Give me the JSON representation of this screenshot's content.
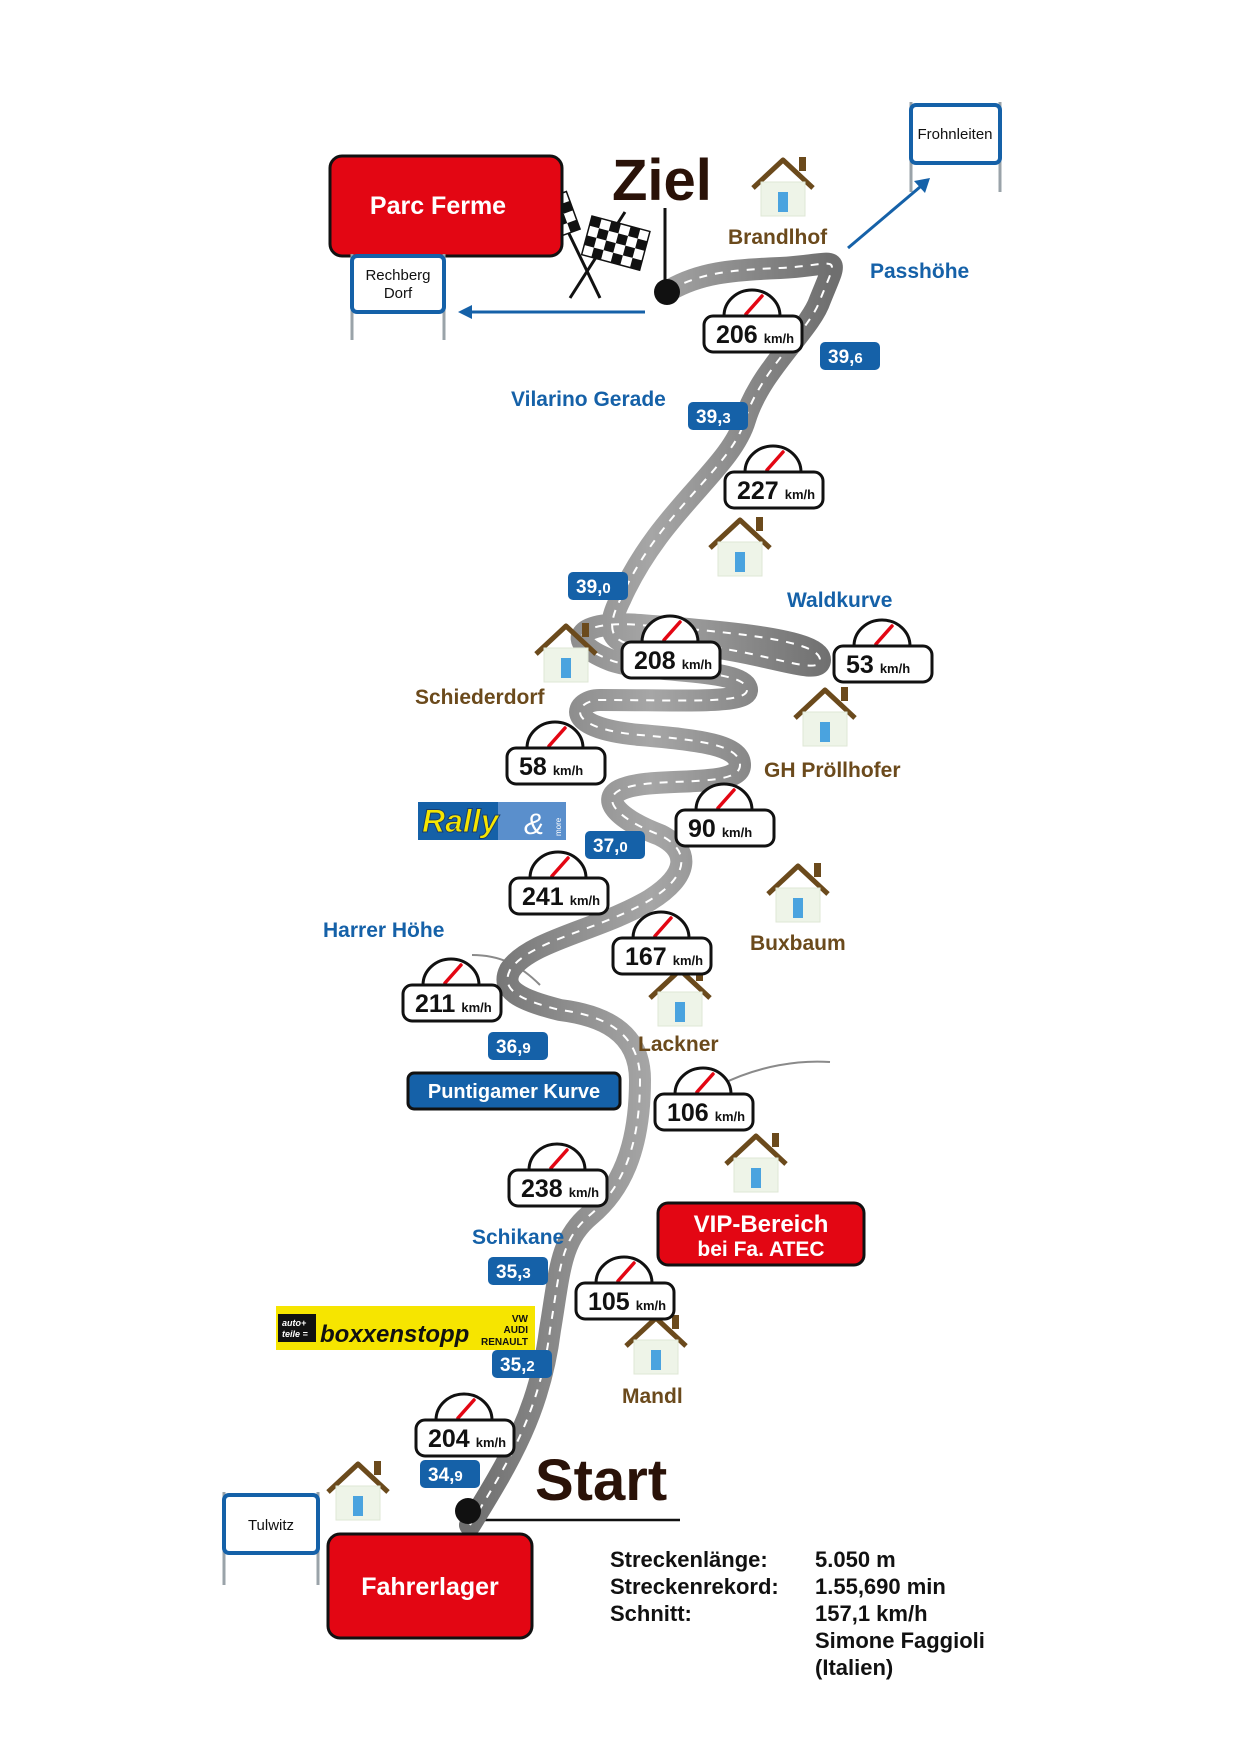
{
  "finish_label": "Ziel",
  "start_label": "Start",
  "buttons": {
    "parc_ferme": "Parc Ferme",
    "fahrerlager": "Fahrerlager",
    "vip_line1": "VIP-Bereich",
    "vip_line2": "bei Fa. ATEC",
    "puntigamer": "Puntigamer Kurve"
  },
  "town_signs": {
    "frohnleiten": "Frohnleiten",
    "rechberg_line1": "Rechberg",
    "rechberg_line2": "Dorf",
    "tulwitz": "Tulwitz"
  },
  "places": [
    {
      "id": "brandlhof",
      "label": "Brandlhof"
    },
    {
      "id": "schiederdorf",
      "label": "Schiederdorf"
    },
    {
      "id": "gh-proellhofer",
      "label": "GH Pröllhofer"
    },
    {
      "id": "buxbaum",
      "label": "Buxbaum"
    },
    {
      "id": "lackner",
      "label": "Lackner"
    },
    {
      "id": "mandl",
      "label": "Mandl"
    }
  ],
  "corners": [
    {
      "id": "passhoehe",
      "label": "Passhöhe"
    },
    {
      "id": "vilarino-gerade",
      "label": "Vilarino Gerade"
    },
    {
      "id": "waldkurve",
      "label": "Waldkurve"
    },
    {
      "id": "harrer-hoehe",
      "label": "Harrer Höhe"
    },
    {
      "id": "schikane",
      "label": "Schikane"
    }
  ],
  "km_markers": [
    {
      "main": "39,",
      "sub": "6"
    },
    {
      "main": "39,",
      "sub": "3"
    },
    {
      "main": "39,",
      "sub": "0"
    },
    {
      "main": "37,",
      "sub": "0"
    },
    {
      "main": "36,",
      "sub": "9"
    },
    {
      "main": "35,",
      "sub": "3"
    },
    {
      "main": "35,",
      "sub": "2"
    },
    {
      "main": "34,",
      "sub": "9"
    }
  ],
  "speed_unit": "km/h",
  "speeds": [
    "206",
    "227",
    "208",
    "53",
    "58",
    "90",
    "241",
    "167",
    "211",
    "106",
    "238",
    "105",
    "204"
  ],
  "sponsors": {
    "rally_main": "Rally",
    "rally_amp": "&",
    "rally_more": "more",
    "boxx_small1": "auto+",
    "boxx_small2": "teile =",
    "boxx_name": "boxxenstopp",
    "boxx_brands_1": "VW",
    "boxx_brands_2": "AUDI",
    "boxx_brands_3": "RENAULT"
  },
  "track_info": {
    "length_key": "Streckenlänge:",
    "length_val": "5.050 m",
    "record_key": "Streckenrekord:",
    "record_val": "1.55,690 min",
    "avg_key": "Schnitt:",
    "avg_val": "157,1 km/h",
    "holder": "Simone Faggioli",
    "country": "(Italien)"
  },
  "colors": {
    "red": "#e30613",
    "blue": "#1561a8",
    "road": "#8f8f8f",
    "brown": "#6b4a1c",
    "yellow": "#f6e500"
  }
}
